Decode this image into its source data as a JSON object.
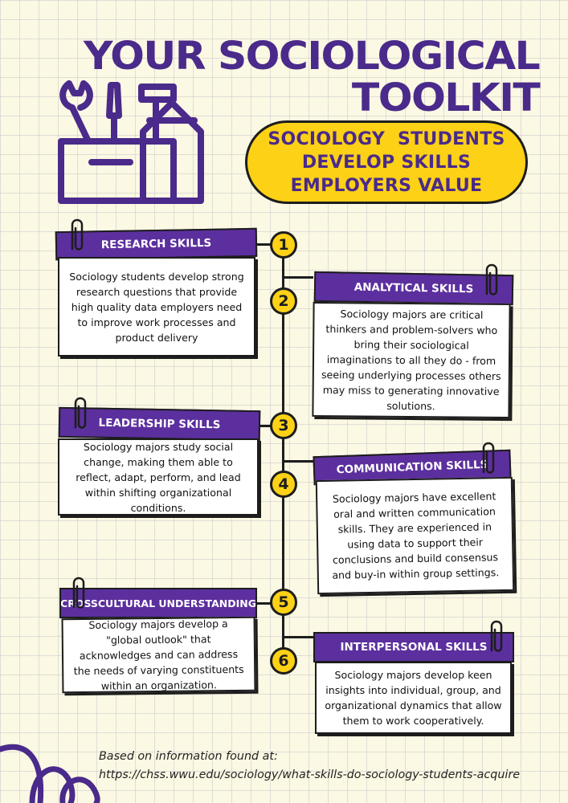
{
  "title": {
    "line1": "YOUR SOCIOLOGICAL",
    "line2": "TOOLKIT"
  },
  "subtitle": {
    "line1": "SOCIOLOGY  STUDENTS",
    "line2": "DEVELOP SKILLS",
    "line3": "EMPLOYERS VALUE"
  },
  "icons": {
    "toolbox": "toolbox-icon",
    "paperclip": "paperclip-icon"
  },
  "colors": {
    "background": "#fbf8e3",
    "purple": "#5c2f9e",
    "title_purple": "#4a2a8a",
    "yellow": "#fcd116",
    "outline": "#1d1d1d"
  },
  "skills": [
    {
      "number": "1",
      "title": "RESEARCH SKILLS",
      "body": "Sociology students develop strong research questions that provide high quality data  employers need to improve work processes and product delivery"
    },
    {
      "number": "2",
      "title": "ANALYTICAL SKILLS",
      "body": "Sociology majors are critical thinkers and problem-solvers who bring their sociological imaginations to all they do - from seeing underlying processes others may miss to generating innovative solutions."
    },
    {
      "number": "3",
      "title": "LEADERSHIP SKILLS",
      "body": "Sociology majors study social change, making them able to reflect, adapt, perform, and lead within shifting organizational conditions."
    },
    {
      "number": "4",
      "title": "COMMUNICATION SKILLS",
      "body": "Sociology majors have excellent oral and written communication skills. They are experienced in using data to support their conclusions and build consensus and buy-in within group settings."
    },
    {
      "number": "5",
      "title": "CROSSCULTURAL UNDERSTANDING",
      "body": "Sociology majors develop a \"global outlook\" that acknowledges and can address the needs of varying constituents within an organization."
    },
    {
      "number": "6",
      "title": "INTERPERSONAL SKILLS",
      "body": "Sociology majors develop keen insights into individual, group, and organizational dynamics that allow them to work cooperatively."
    }
  ],
  "footer": {
    "line1": "Based on information found at:",
    "line2": "https://chss.wwu.edu/sociology/what-skills-do-sociology-students-acquire"
  }
}
